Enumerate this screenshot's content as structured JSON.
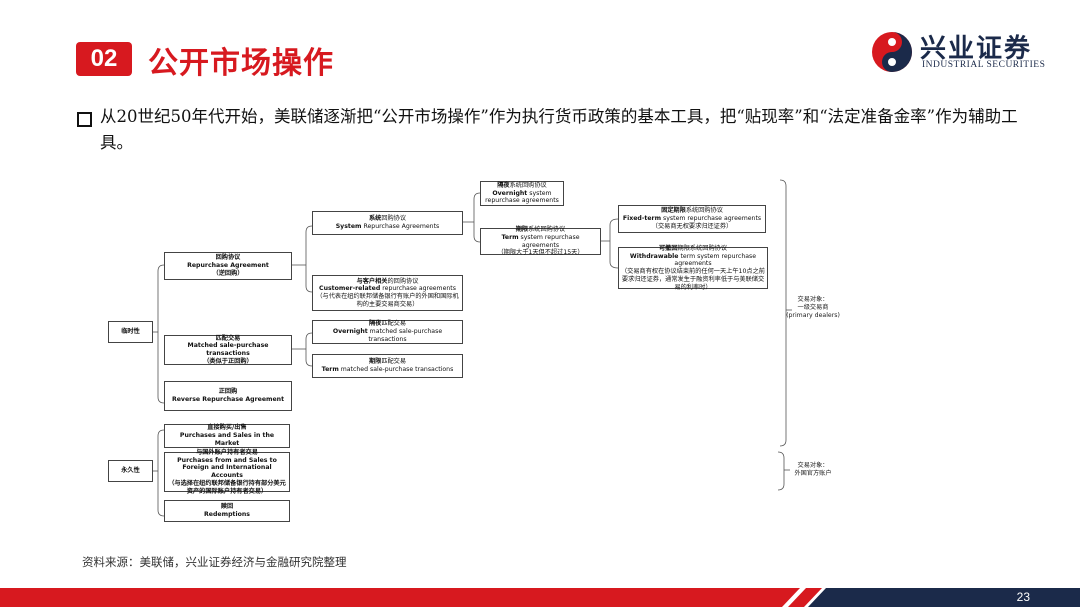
{
  "header": {
    "section_number": "02",
    "section_title": "公开市场操作",
    "logo_name": "兴业证券",
    "logo_en": "INDUSTRIAL SECURITIES"
  },
  "bullet": {
    "text": "从20世纪50年代开始，美联储逐渐把“公开市场操作”作为执行货币政策的基本工具，把“贴现率”和“法定准备金率”作为辅助工具。"
  },
  "diagram": {
    "temporary": "临时性",
    "permanent": "永久性",
    "repo": {
      "l1": "回购协议",
      "l2": "Repurchase Agreement",
      "l3": "（逆回购）"
    },
    "matched": {
      "l1": "匹配交易",
      "l2": "Matched sale-purchase transactions",
      "l3": "（类似于正回购）"
    },
    "reverse_repo": {
      "l1": "正回购",
      "l2": "Reverse Repurchase Agreement"
    },
    "system_repo": {
      "l1a": "系统",
      "l1b": "回购协议",
      "l2a": "System",
      "l2b": " Repurchase Agreements"
    },
    "customer_repo": {
      "l1a": "与客户相关",
      "l1b": "的回购协议",
      "l2a": "Customer-related",
      "l2b": " repurchase agreements",
      "l3": "（与代表在纽约联邦储备银行有账户的外国和国际机构的主要交易商交易）"
    },
    "overnight_system": {
      "l1a": "隔夜",
      "l1b": "系统回购协议",
      "l2a": "Overnight",
      "l2b": " system",
      "l3": "repurchase agreements"
    },
    "term_system": {
      "l1a": "期限",
      "l1b": "系统回购协议",
      "l2a": "Term",
      "l2b": " system repurchase agreements",
      "l3": "（期限大于1天但不超过15天）"
    },
    "fixed_term": {
      "l1a": "固定期限",
      "l1b": "系统回购协议",
      "l2a": "Fixed-term",
      "l2b": " system repurchase agreements",
      "l3": "（交易商无权要求归还证券）"
    },
    "withdrawable": {
      "l1a": "可撤回",
      "l1b": "期限系统回购协议",
      "l2a": "Withdrawable",
      "l2b": " term system repurchase agreements",
      "l3": "（交易商有权在协议结束前的任何一天上午10点之前要求归还证券，通常发生于融资利率低于与美联储交易的利率时）"
    },
    "overnight_matched": {
      "l1a": "隔夜",
      "l1b": "匹配交易",
      "l2a": "Overnight",
      "l2b": " matched sale-purchase transactions"
    },
    "term_matched": {
      "l1a": "期限",
      "l1b": "匹配交易",
      "l2a": "Term",
      "l2b": " matched sale-purchase transactions"
    },
    "outright": {
      "l1": "直接购买/出售",
      "l2": "Purchases and Sales in the Market"
    },
    "foreign": {
      "l1": "与国外账户持有者交易",
      "l2": "Purchases from and Sales to Foreign and International Accounts",
      "l3": "（与选择在纽约联邦储备银行持有部分美元资产的国际账户持有者交易）"
    },
    "redemptions": {
      "l1": "赎回",
      "l2": "Redemptions"
    },
    "counterparty1": {
      "l1": "交易对象：",
      "l2": "一级交易商",
      "l3": "(primary dealers)"
    },
    "counterparty2": {
      "l1": "交易对象：",
      "l2": "外国官方账户"
    }
  },
  "footer": {
    "source": "资料来源：美联储，兴业证券经济与金融研究院整理",
    "page_number": "23"
  },
  "colors": {
    "accent_red": "#d7191f",
    "navy": "#1b2a4a"
  }
}
